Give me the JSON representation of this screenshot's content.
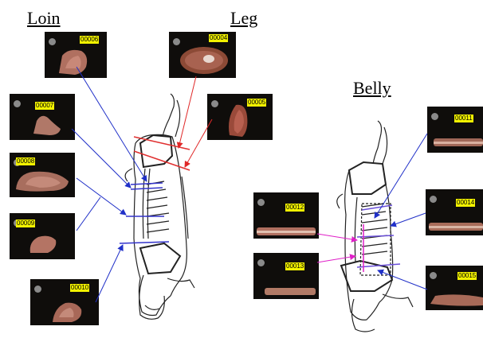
{
  "headings": {
    "loin": "Loin",
    "leg": "Leg",
    "belly": "Belly"
  },
  "samples": {
    "s00004": "00004",
    "s00005": "00005",
    "s00006": "00006",
    "s00007": "00007",
    "s00008": "00008",
    "s00009": "00009",
    "s00010": "00010",
    "s00011": "00011",
    "s00012": "00012",
    "s00013": "00013",
    "s00014": "00014",
    "s00015": "00015"
  },
  "colors": {
    "loin_cut_lines": "#3333cc",
    "leg_cut_lines": "#e03030",
    "belly_cut_lines": "#6a4fd8",
    "belly_pointer_magenta": "#e020c8",
    "label_background": "#f2f200",
    "thumbnail_background": "#0f0d0b"
  }
}
